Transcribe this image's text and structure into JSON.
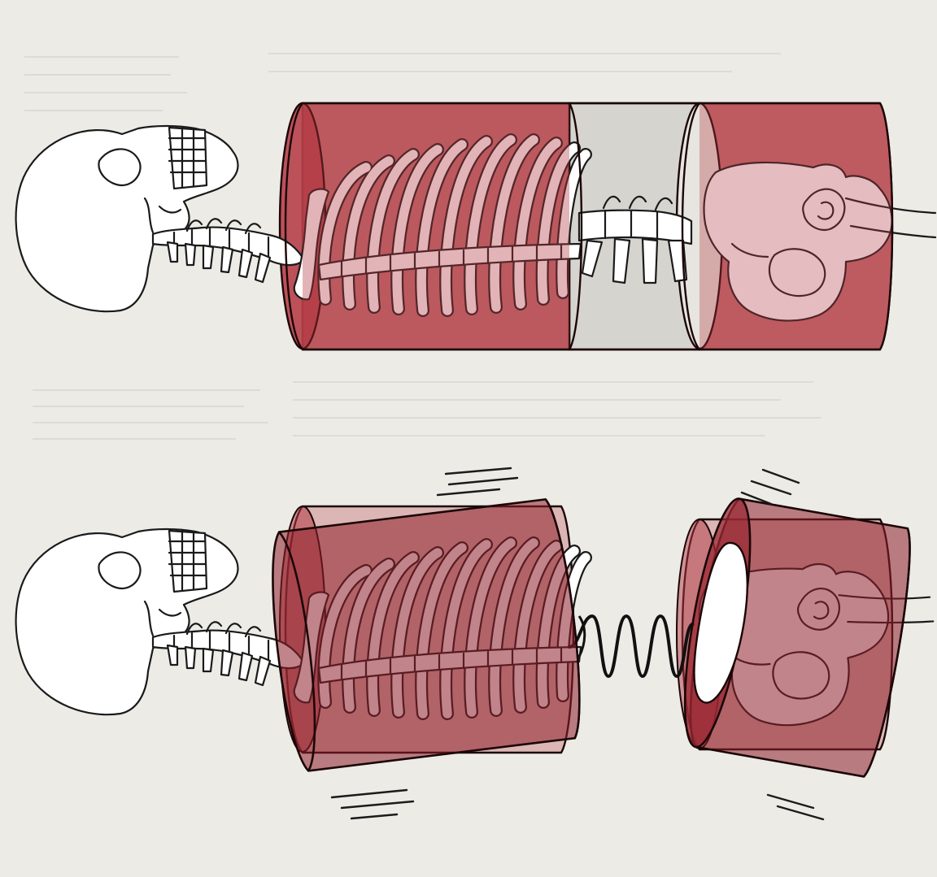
{
  "figure": {
    "panels": [
      {
        "id": "top",
        "state": "aligned"
      },
      {
        "id": "bottom",
        "state": "disconnected-spring"
      }
    ],
    "colors": {
      "background": "#ecebe6",
      "cylinder_fill": "#b23a43",
      "cylinder_edge": "#1b0607",
      "gap_fill": "#d6d4cf",
      "spring": "#111111",
      "bone_fill": "#ffffff",
      "bone_outline": "#1a1a1a"
    },
    "icons": [
      "skull",
      "cervical-spine",
      "ribcage",
      "lumbar-spine",
      "pelvis",
      "spring",
      "motion-lines"
    ]
  }
}
